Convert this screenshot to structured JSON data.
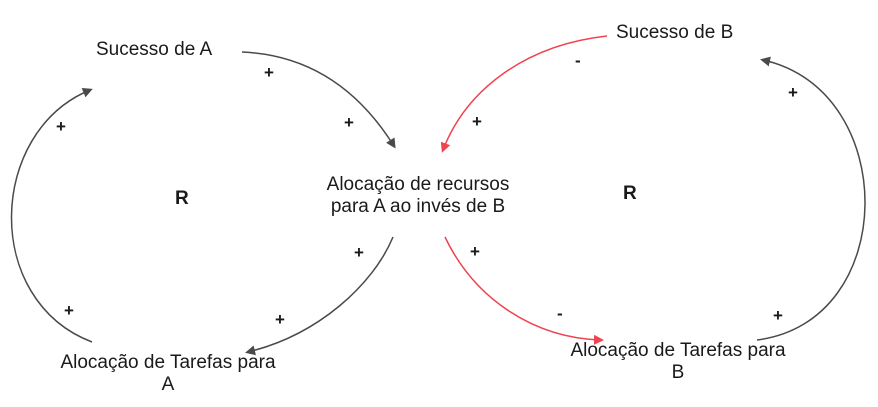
{
  "colors": {
    "arrow_dark": "#4a4a4a",
    "arrow_red": "#f0434f",
    "text": "#1a1a1a"
  },
  "nodes": {
    "sucesso_a": "Sucesso de A",
    "sucesso_b": "Sucesso de B",
    "center_line1": "Alocação de recursos",
    "center_line2": "para A ao invés de B",
    "tarefas_a_line1": "Alocação de Tarefas para",
    "tarefas_a_line2": "A",
    "tarefas_b_line1": "Alocação de Tarefas para",
    "tarefas_b_line2": "B"
  },
  "signs": {
    "s1": "+",
    "s2": "+",
    "s3": "-",
    "s4": "+",
    "s5": "+",
    "s6": "+",
    "s7": "+",
    "s8": "+",
    "s9": "+",
    "s10": "+",
    "s11": "-",
    "s12": "+"
  },
  "loops": {
    "left": "R",
    "right": "R"
  }
}
